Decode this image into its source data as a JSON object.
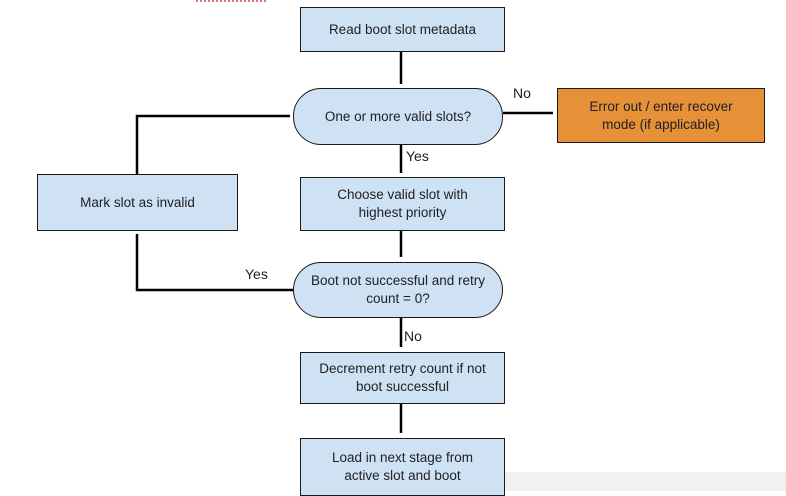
{
  "flowchart": {
    "nodes": {
      "read_metadata": {
        "label": "Read boot slot metadata"
      },
      "valid_slots_decision": {
        "label": "One or more valid slots?"
      },
      "error_recover": {
        "label": "Error out / enter recover mode (if applicable)"
      },
      "choose_slot": {
        "label": "Choose valid slot with highest priority"
      },
      "mark_invalid": {
        "label": "Mark slot as invalid"
      },
      "boot_retry_decision": {
        "label": "Boot not successful and retry count = 0?"
      },
      "decrement_retry": {
        "label": "Decrement retry count if not boot successful"
      },
      "load_next_stage": {
        "label": "Load in next stage from active slot and boot"
      }
    },
    "edge_labels": {
      "no_to_error": "No",
      "yes_to_choose": "Yes",
      "yes_to_mark_invalid": "Yes",
      "no_to_decrement": "No"
    },
    "colors": {
      "process_fill": "#cfe2f3",
      "error_fill": "#e69138",
      "shape_border": "#1a1a1a",
      "arrow_color": "#000000",
      "label_text": "#202124",
      "artifact_red": "#e57373",
      "edge_strip": "#f1f1f1"
    }
  }
}
